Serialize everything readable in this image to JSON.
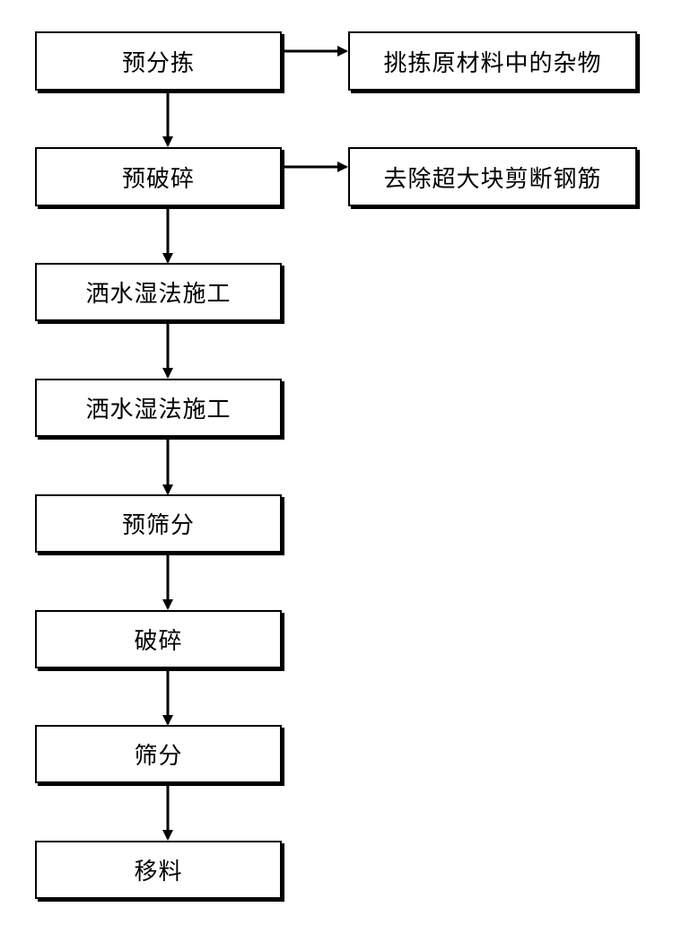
{
  "flow": {
    "steps": [
      "预分拣",
      "预破碎",
      "洒水湿法施工",
      "洒水湿法施工",
      "预筛分",
      "破碎",
      "筛分",
      "移料"
    ],
    "side_notes": [
      "挑拣原材料中的杂物",
      "去除超大块剪断钢筋"
    ]
  }
}
